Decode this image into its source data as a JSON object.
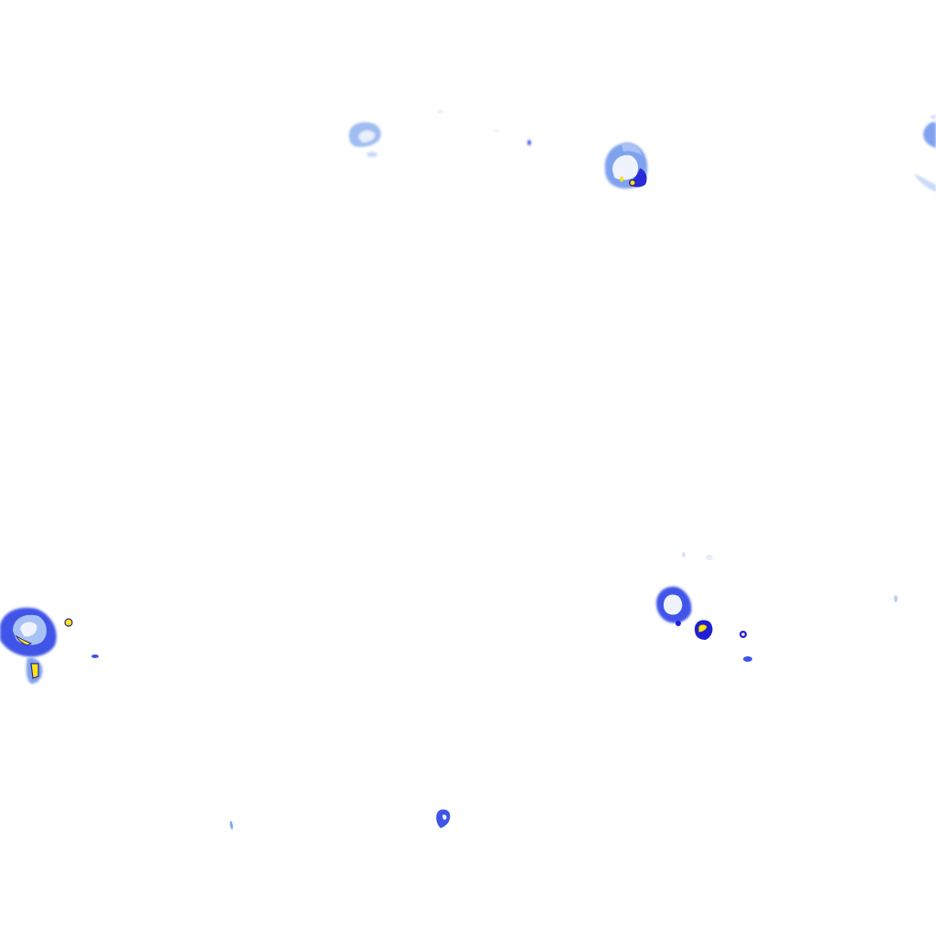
{
  "image": {
    "background_color": "#ffffff",
    "palette": {
      "very_light": "#e6eefb",
      "light": "#bcd0f6",
      "medium": "#7fa2ef",
      "strong": "#3f55e8",
      "intense": "#1f1fd8",
      "core": "#ffe11a",
      "core_outline": "#2a2a8a"
    },
    "features": [
      {
        "name": "cell-top-left-cluster",
        "intensity": "light"
      },
      {
        "name": "cell-top-center",
        "intensity": "strong-with-core"
      },
      {
        "name": "cell-top-right-edge",
        "intensity": "light"
      },
      {
        "name": "cell-bottom-left",
        "intensity": "intense-with-core"
      },
      {
        "name": "cell-bottom-right-cluster",
        "intensity": "intense-with-core"
      },
      {
        "name": "cell-bottom-small",
        "intensity": "strong"
      },
      {
        "name": "speck-scatter",
        "intensity": "very-light"
      }
    ]
  }
}
